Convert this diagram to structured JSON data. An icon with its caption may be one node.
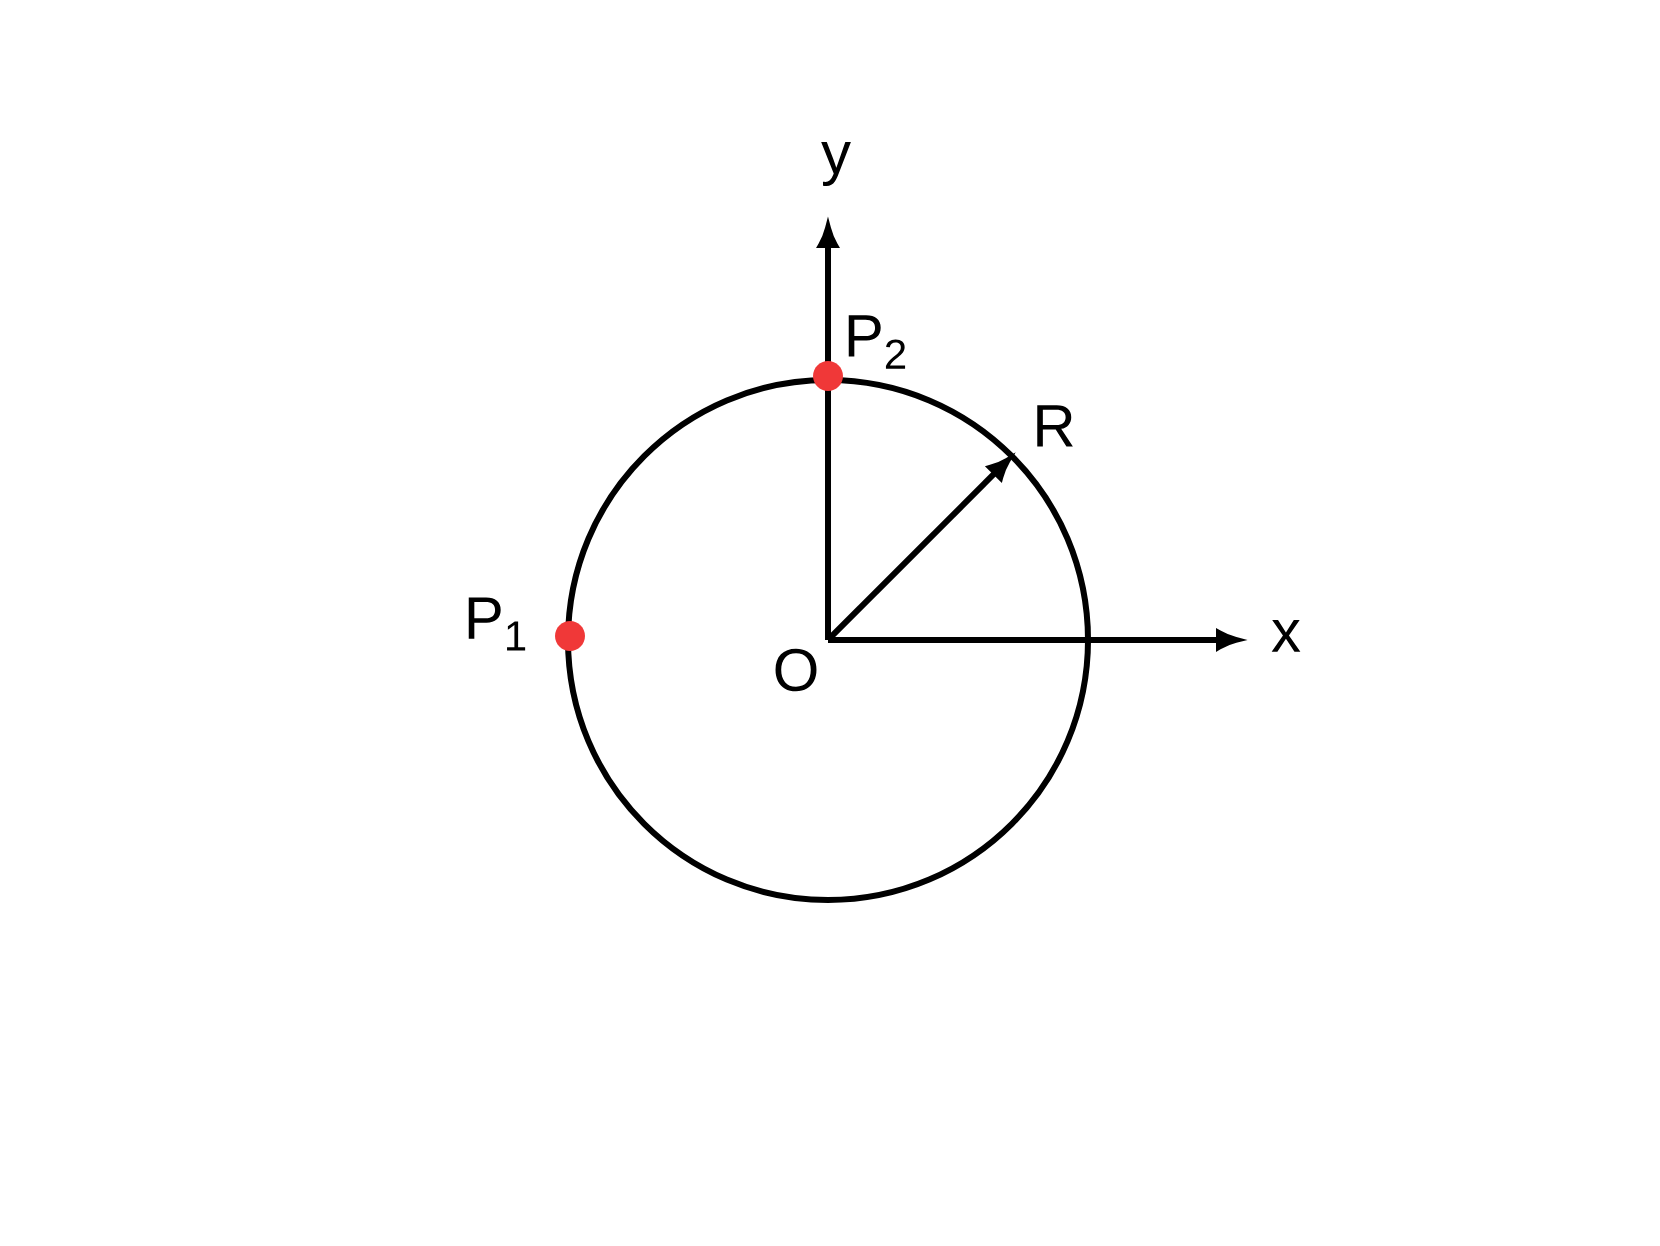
{
  "diagram": {
    "labels": [
      "y",
      "P$_{2}$",
      "R",
      "P$_{1}$",
      "x",
      "O"
    ]
  }
}
